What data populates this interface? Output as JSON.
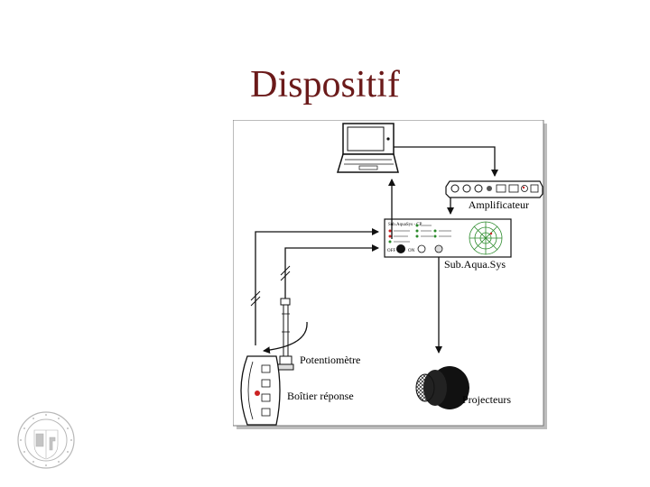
{
  "slide": {
    "title": "Dispositif"
  },
  "diagram": {
    "labels": {
      "amplifier": "Amplificateur",
      "system": "Sub.Aqua.Sys",
      "potentiometer": "Potentiomètre",
      "response_box": "Boîtier réponse",
      "projectors": "Projecteurs"
    },
    "panel_text": {
      "panel_title": "Sub.AquaSys - CP",
      "off": "OFF",
      "on": "ON"
    }
  },
  "colors": {
    "title": "#6b1a1a",
    "line": "#111111",
    "indicator": "#cc2222"
  },
  "icons": {
    "seal": "university-seal-icon"
  }
}
